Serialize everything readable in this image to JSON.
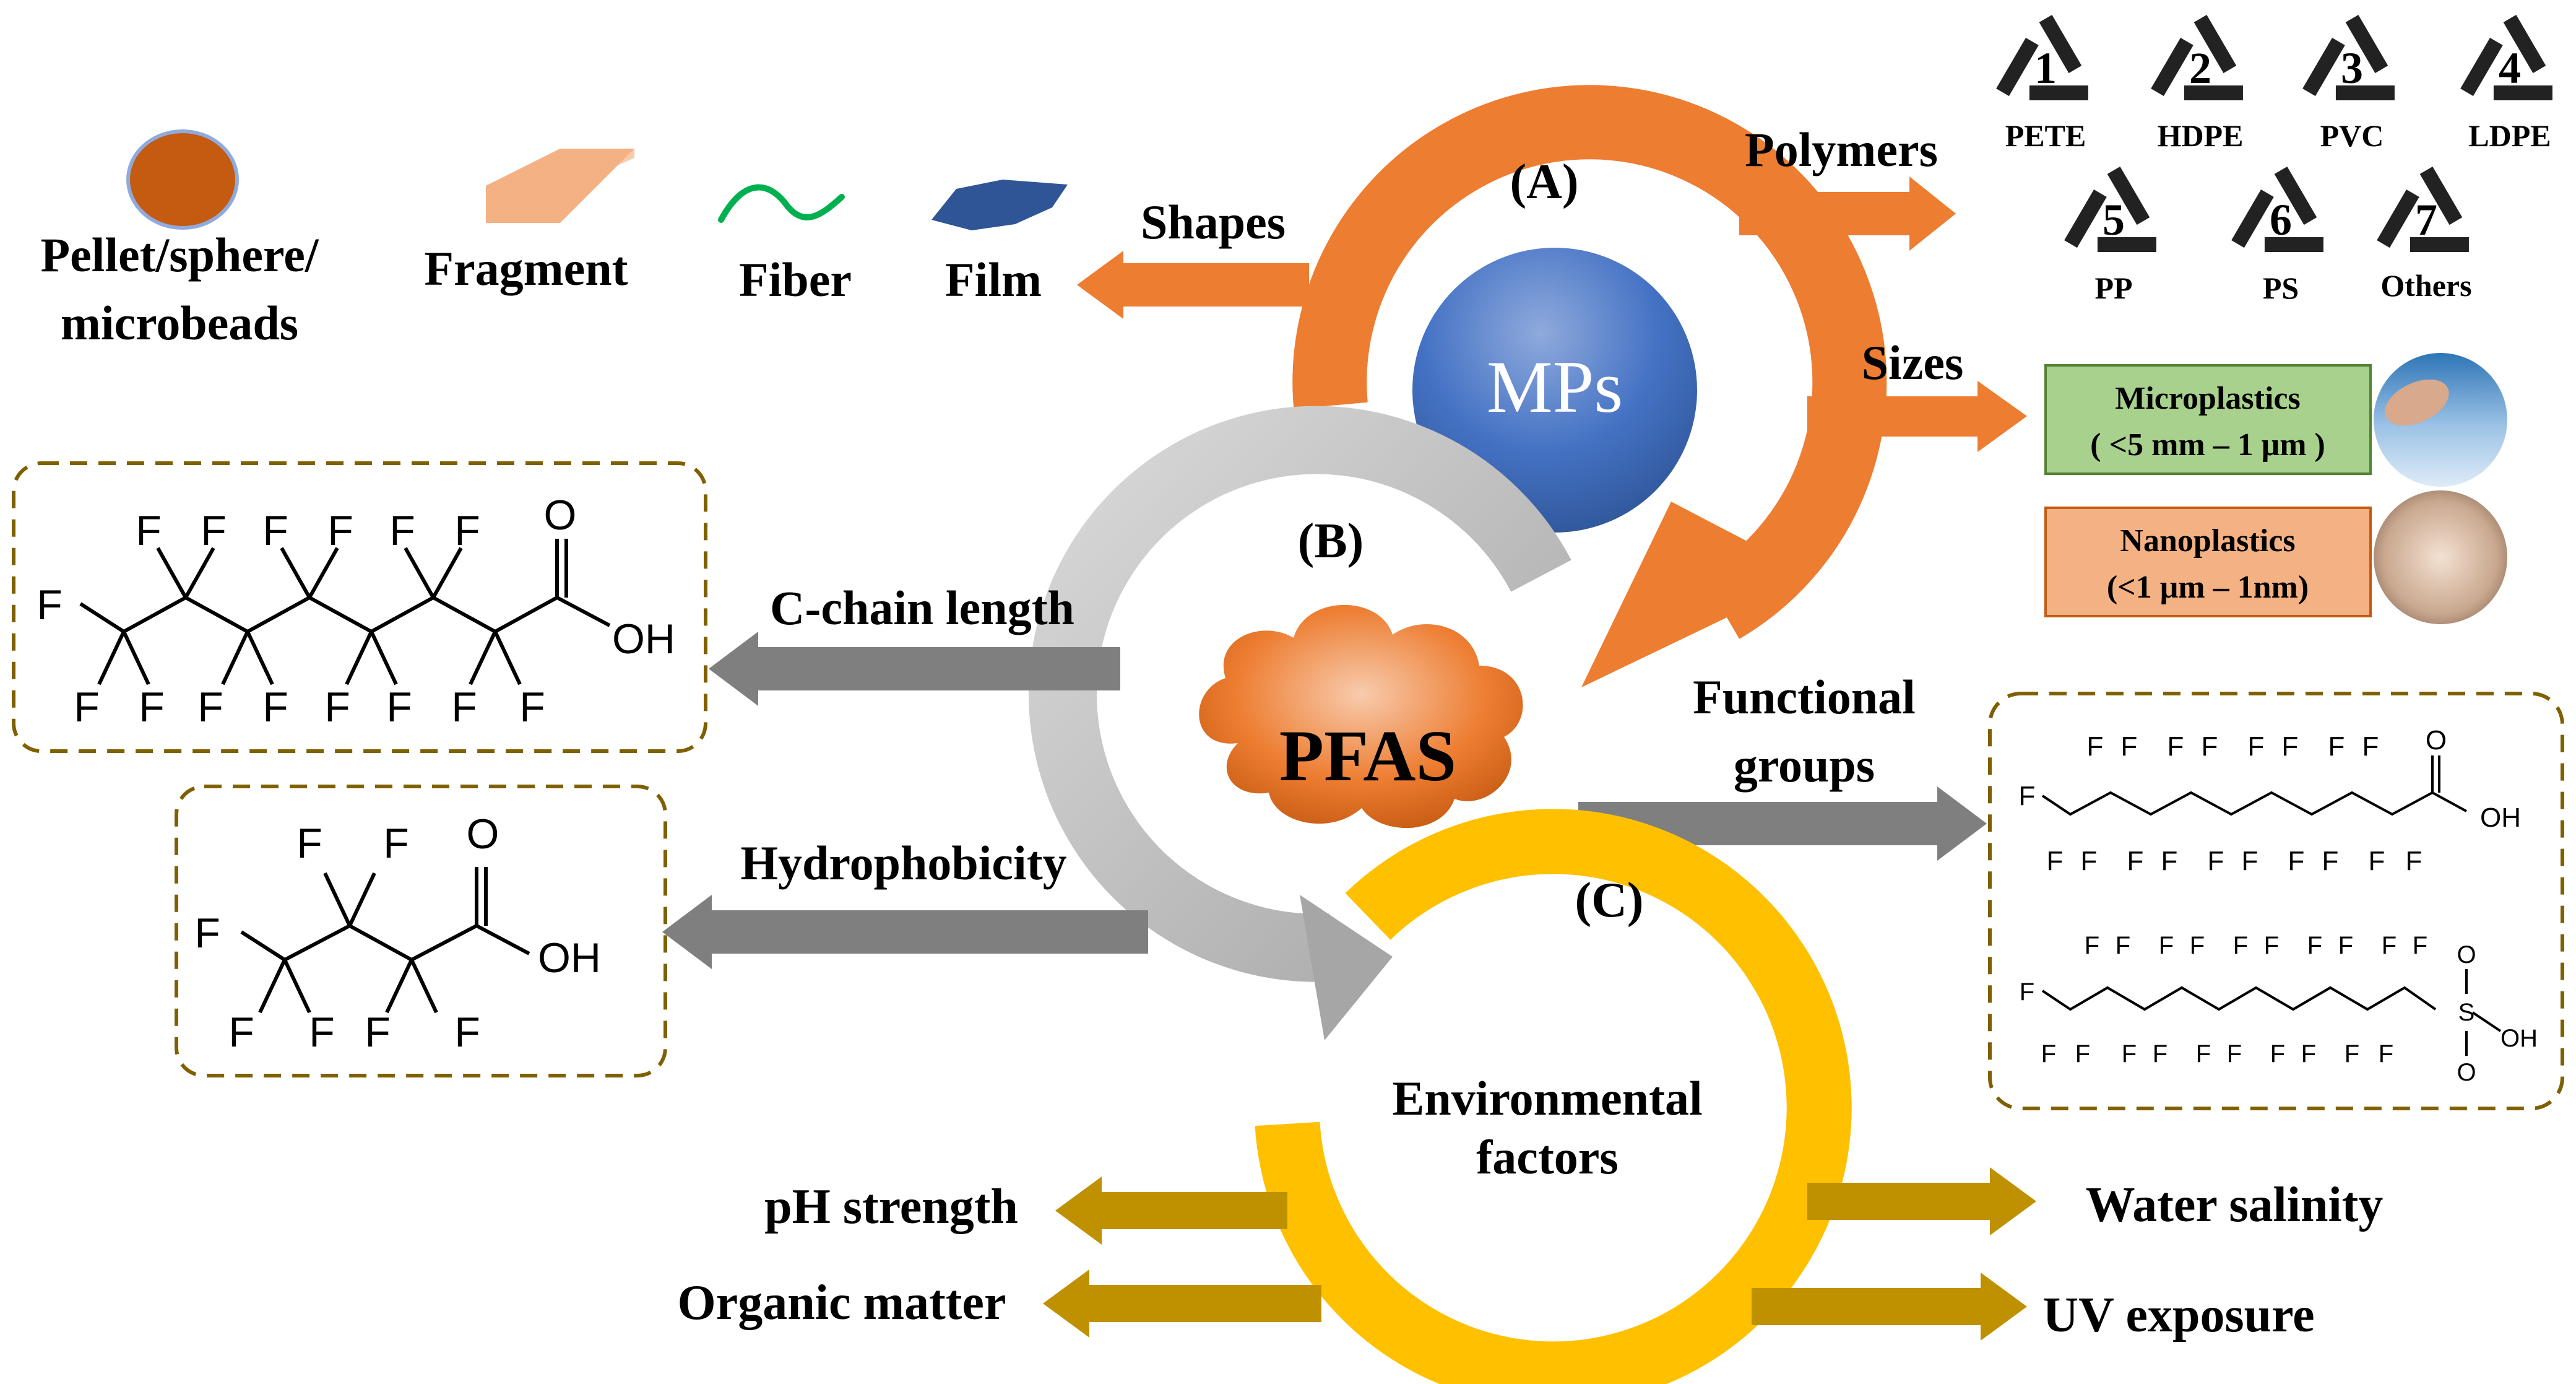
{
  "colors": {
    "orange_arrow": "#ED7D31",
    "gray_arrow": "#A6A6A6",
    "dark_gray_arrow": "#7F7F7F",
    "yellow_ring": "#FFC000",
    "gold_arrow": "#BF9000",
    "box_border": "#7F6000",
    "micro_box": "#A9D18E",
    "nano_box": "#F4B183",
    "mps_blue": "#4472C4",
    "pfas_orange": "#C55A11"
  },
  "mps": {
    "label": "MPs",
    "section_label": "(A)",
    "shapes_label": "Shapes",
    "polymers_label": "Polymers",
    "sizes_label": "Sizes",
    "shapes": [
      {
        "label_line1": "Pellet/sphere/",
        "label_line2": "microbeads"
      },
      {
        "label_line1": "Fragment"
      },
      {
        "label_line1": "Fiber"
      },
      {
        "label_line1": "Film"
      }
    ],
    "polymers": [
      {
        "number": "1",
        "name": "PETE"
      },
      {
        "number": "2",
        "name": "HDPE"
      },
      {
        "number": "3",
        "name": "PVC"
      },
      {
        "number": "4",
        "name": "LDPE"
      },
      {
        "number": "5",
        "name": "PP"
      },
      {
        "number": "6",
        "name": "PS"
      },
      {
        "number": "7",
        "name": "Others"
      }
    ],
    "sizes": [
      {
        "name": "Microplastics",
        "range": "( <5 mm – 1 μm )"
      },
      {
        "name": "Nanoplastics",
        "range": "(<1 μm – 1nm)"
      }
    ]
  },
  "pfas": {
    "label": "PFAS",
    "section_label": "(B)",
    "c_chain_label": "C-chain length",
    "hydrophobicity_label": "Hydrophobicity",
    "functional_groups_line1": "Functional",
    "functional_groups_line2": "groups",
    "atoms": {
      "fluorine": "F",
      "oxygen": "O",
      "hydroxyl": "OH",
      "sulfur": "S"
    }
  },
  "environment": {
    "section_label": "(C)",
    "title_line1": "Environmental",
    "title_line2": "factors",
    "factors": {
      "ph": "pH strength",
      "organic": "Organic matter",
      "salinity": "Water salinity",
      "uv": "UV exposure"
    }
  }
}
